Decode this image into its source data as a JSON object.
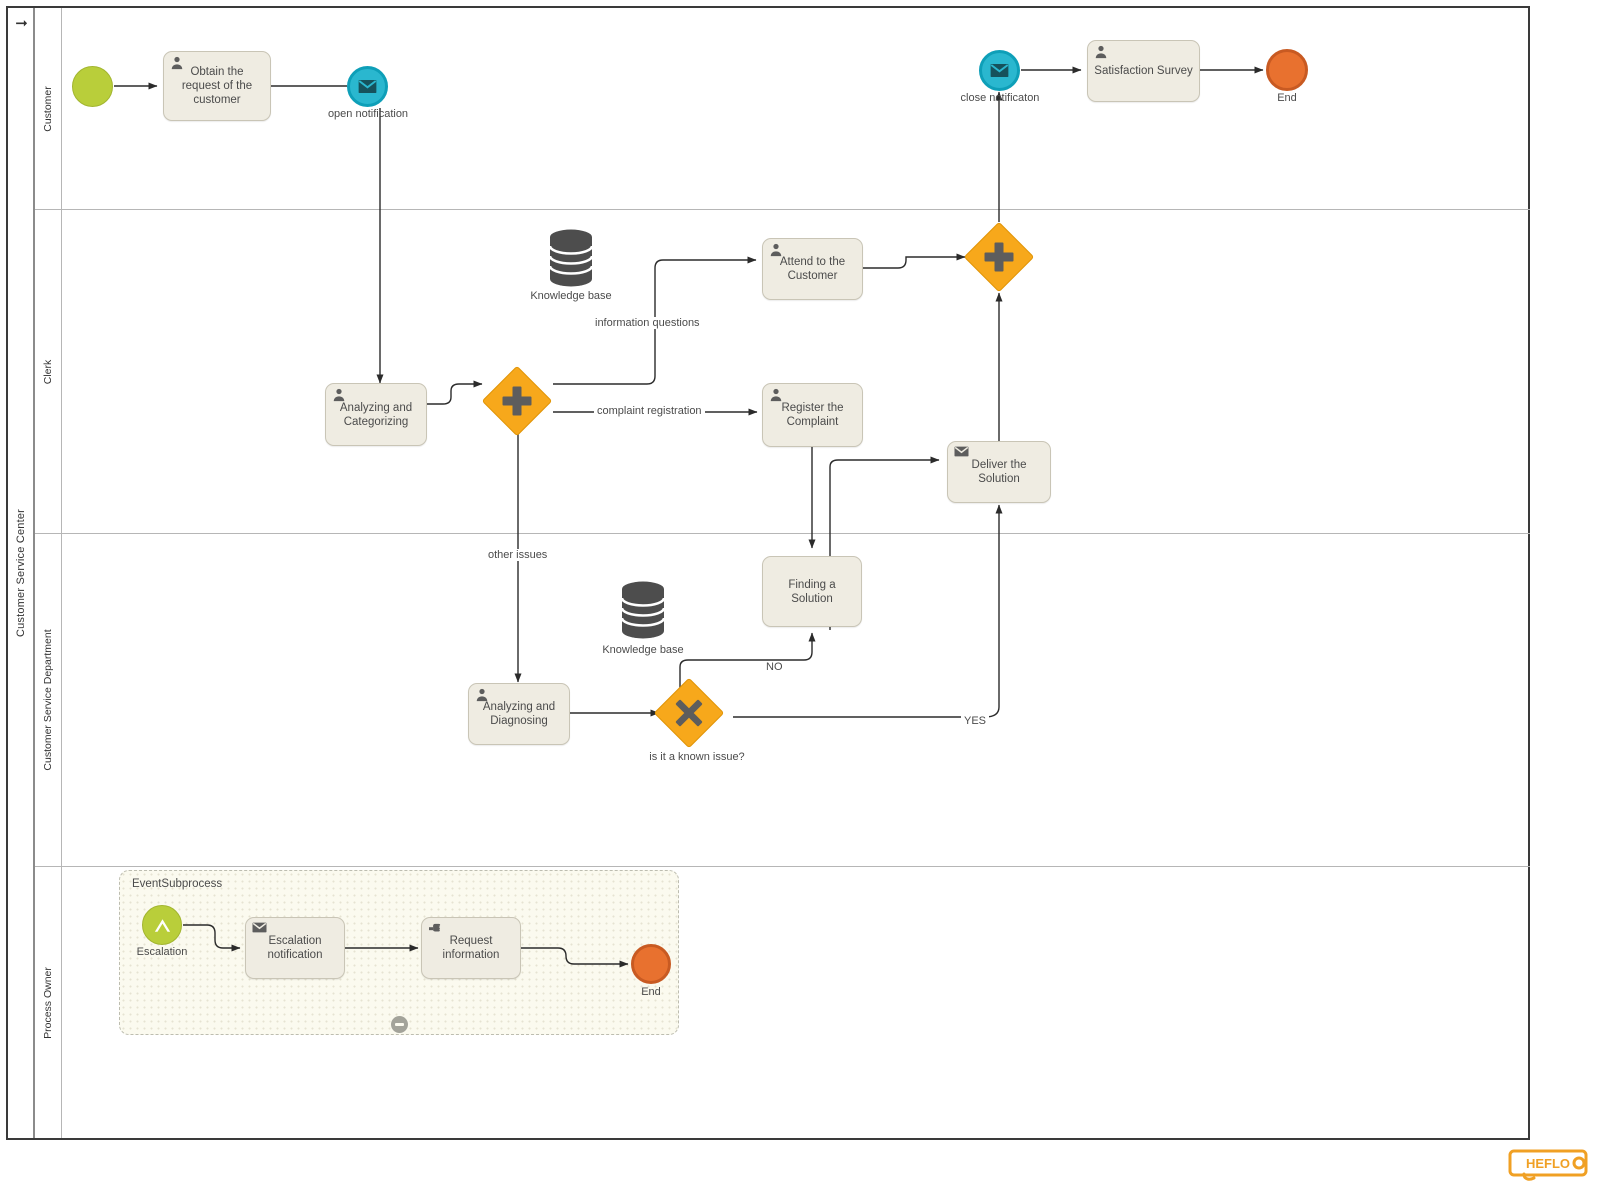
{
  "pool": {
    "title": "Customer Service Center",
    "collapse_icon": "arrow-right-icon",
    "lanes": [
      {
        "id": "customer",
        "label": "Customer"
      },
      {
        "id": "clerk",
        "label": "Clerk"
      },
      {
        "id": "department",
        "label": "Customer Service Department"
      },
      {
        "id": "owner",
        "label": "Process Owner"
      }
    ]
  },
  "colors": {
    "start_event": "#b9ce3a",
    "message_event": "#2ab7cf",
    "end_event": "#e8712f",
    "gateway": "#f7a81b",
    "task_fill": "#efece2",
    "task_border": "#c9c5b6",
    "datastore": "#4d4d4d",
    "subprocess_fill": "#fbfaef",
    "logo": "#f0a024"
  },
  "nodes": {
    "start_customer": {
      "type": "start-event",
      "label": ""
    },
    "obtain_request": {
      "type": "user-task",
      "label": "Obtain the request of the customer",
      "icon": "user-icon"
    },
    "open_notification": {
      "type": "message-event",
      "label": "open notification",
      "icon": "envelope-icon"
    },
    "close_notification": {
      "type": "message-event",
      "label": "close notificaton",
      "icon": "envelope-icon"
    },
    "satisfaction_survey": {
      "type": "user-task",
      "label": "Satisfaction Survey",
      "icon": "user-icon"
    },
    "end_customer": {
      "type": "end-event",
      "label": "End"
    },
    "knowledge_base_clerk": {
      "type": "data-store",
      "label": "Knowledge base",
      "icon": "database-icon"
    },
    "analyzing_categorizing": {
      "type": "user-task",
      "label": "Analyzing and Categorizing",
      "icon": "user-icon"
    },
    "gateway_split": {
      "type": "parallel-gateway",
      "label": "",
      "icon": "plus-icon"
    },
    "attend_customer": {
      "type": "user-task",
      "label": "Attend to the Customer",
      "icon": "user-icon"
    },
    "register_complaint": {
      "type": "user-task",
      "label": "Register the Complaint",
      "icon": "user-icon"
    },
    "gateway_join": {
      "type": "parallel-gateway",
      "label": "",
      "icon": "plus-icon"
    },
    "deliver_solution": {
      "type": "send-task",
      "label": "Deliver the Solution",
      "icon": "envelope-icon"
    },
    "knowledge_base_dept": {
      "type": "data-store",
      "label": "Knowledge base",
      "icon": "database-icon"
    },
    "analyzing_diagnosing": {
      "type": "user-task",
      "label": "Analyzing and Diagnosing",
      "icon": "user-icon"
    },
    "known_issue_gateway": {
      "type": "exclusive-gateway",
      "label": "is it a known issue?",
      "icon": "cross-icon"
    },
    "finding_solution": {
      "type": "task",
      "label": "Finding a Solution"
    },
    "event_subprocess": {
      "type": "event-subprocess",
      "label": "EventSubprocess",
      "marker": "collapse-minus-icon"
    },
    "escalation_start": {
      "type": "escalation-event",
      "label": "Escalation",
      "icon": "chevron-up-icon"
    },
    "escalation_notification": {
      "type": "send-task",
      "label": "Escalation notification",
      "icon": "envelope-icon"
    },
    "request_information": {
      "type": "manual-task",
      "label": "Request information",
      "icon": "hand-pointer-icon"
    },
    "end_subprocess": {
      "type": "end-event",
      "label": "End"
    }
  },
  "flow_labels": {
    "information_questions": "information questions",
    "complaint_registration": "complaint registration",
    "other_issues": "other issues",
    "no": "NO",
    "yes": "YES"
  },
  "watermark": {
    "text": "HEFLO"
  }
}
